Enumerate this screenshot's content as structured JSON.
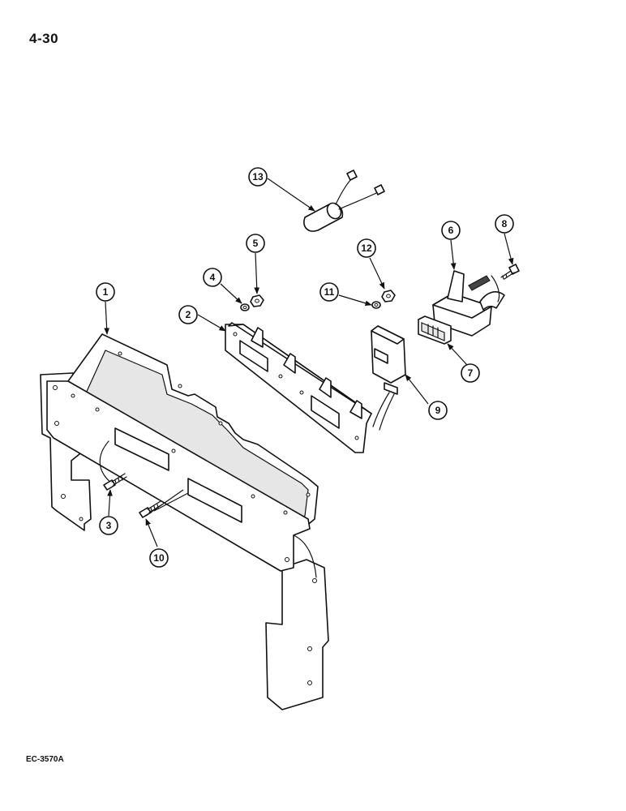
{
  "page_number": "4-30",
  "figure_code": "EC-3570A",
  "callouts": [
    {
      "label": "1"
    },
    {
      "label": "2"
    },
    {
      "label": "3"
    },
    {
      "label": "4"
    },
    {
      "label": "5"
    },
    {
      "label": "6"
    },
    {
      "label": "7"
    },
    {
      "label": "8"
    },
    {
      "label": "9"
    },
    {
      "label": "10"
    },
    {
      "label": "11"
    },
    {
      "label": "12"
    },
    {
      "label": "13"
    }
  ]
}
